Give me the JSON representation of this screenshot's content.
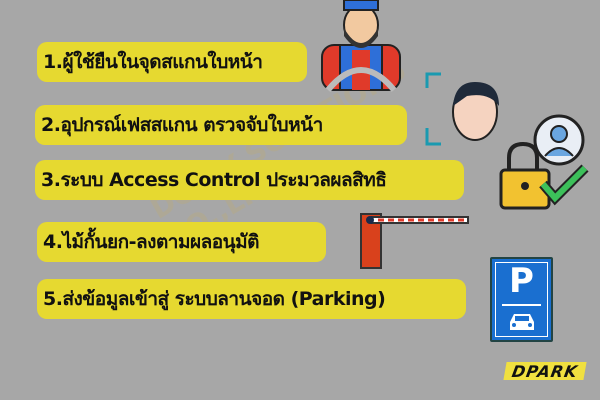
{
  "steps": [
    {
      "label": "1.ผู้ใช้ยืนในจุดสแกนใบหน้า"
    },
    {
      "label": "2.อุปกรณ์เฟสสแกน ตรวจจับใบหน้า"
    },
    {
      "label": "3.ระบบ Access Control ประมวลผลสิทธิ"
    },
    {
      "label": "4.ไม้กั้นยก-ลงตามผลอนุมัติ"
    },
    {
      "label": "5.ส่งข้อมูลเข้าสู่ ระบบลานจอด (Parking)"
    }
  ],
  "watermark": "DOLLY SOLUTIONS CO.,LTD",
  "logo": "DPARK",
  "parking_sign": "P",
  "colors": {
    "background": "#a7a7a7",
    "pill": "#e6d930",
    "sign_blue": "#1a6fd0"
  }
}
